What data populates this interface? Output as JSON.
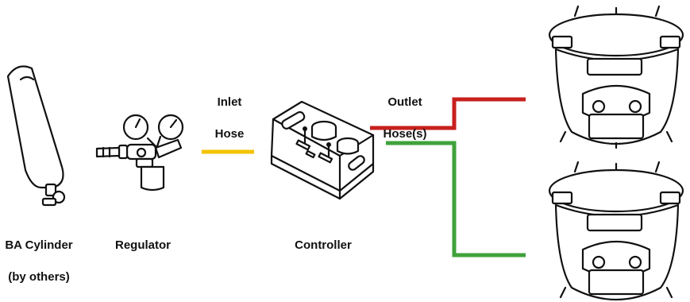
{
  "labels": {
    "cylinder_line1": "BA Cylinder",
    "cylinder_line2": "(by others)",
    "regulator": "Regulator",
    "inlet_hose_line1": "Inlet",
    "inlet_hose_line2": "Hose",
    "controller": "Controller",
    "outlet_hose_line1": "Outlet",
    "outlet_hose_line2": "Hose(s)"
  },
  "colors": {
    "inlet_hose": "#f2c300",
    "outlet_hose_top": "#c8201e",
    "outlet_hose_bottom": "#3fa23a",
    "outline": "#111111"
  },
  "icons": [
    "ba-cylinder-icon",
    "regulator-icon",
    "controller-icon",
    "suit-icon",
    "suit-icon"
  ]
}
